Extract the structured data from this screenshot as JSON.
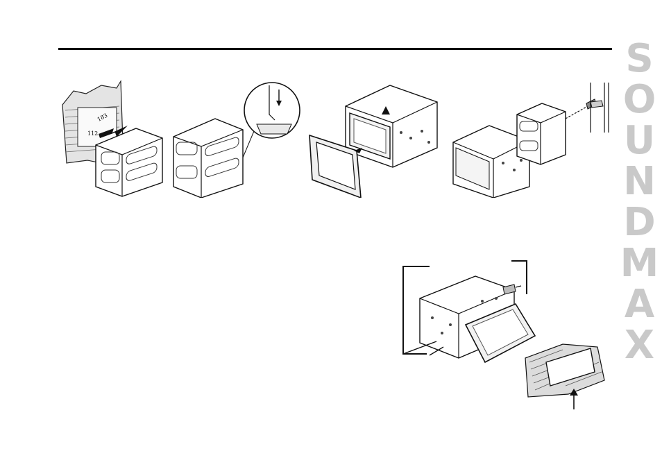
{
  "brand": {
    "name": "SOUNDMAX"
  },
  "figure1": {
    "dim_width": "183",
    "dim_height": "112"
  },
  "colors": {
    "rule": "#000000",
    "brand_text": "#c9c9c9"
  }
}
